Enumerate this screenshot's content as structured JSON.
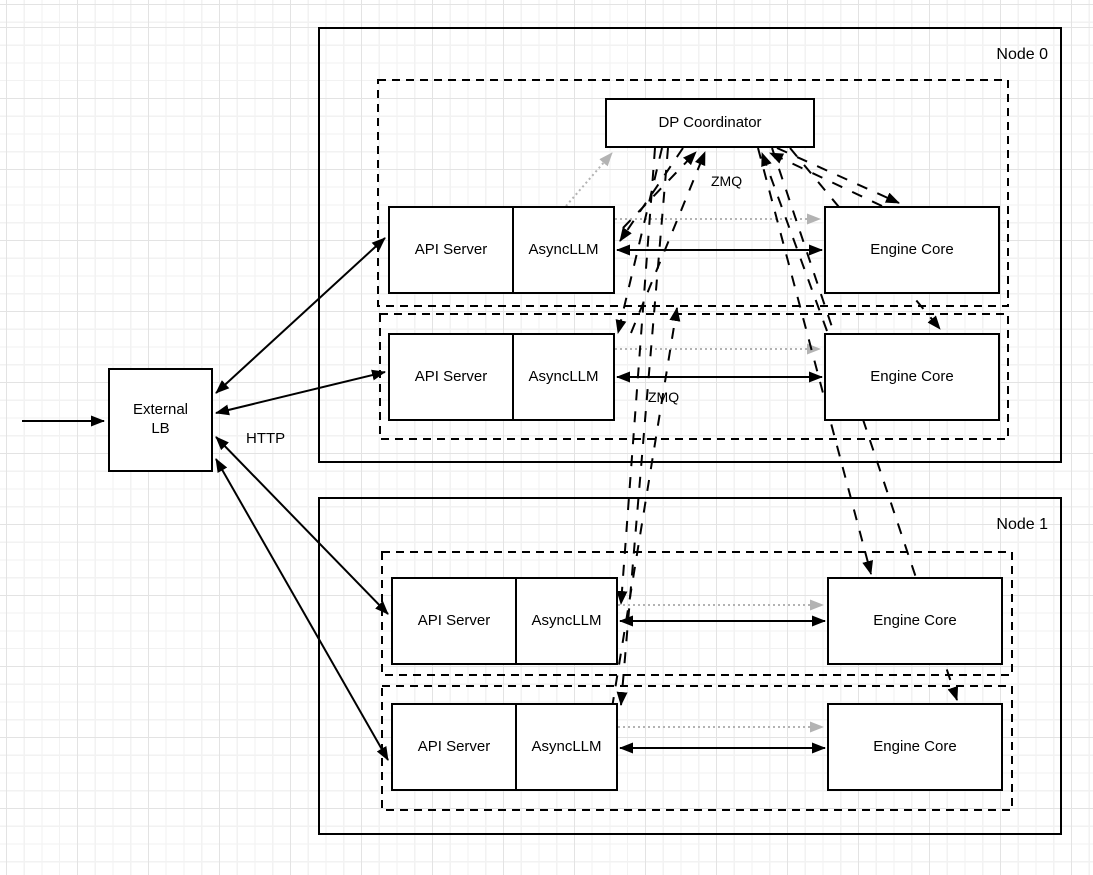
{
  "colors": {
    "stroke": "#000000",
    "gray_arrow": "#b3b3b3",
    "box_fill": "#ffffff",
    "grid_minor": "#f2f2f2",
    "grid_major": "#e3e3e3",
    "background": "#ffffff"
  },
  "external_lb": {
    "line1": "External",
    "line2": "LB"
  },
  "coordinator": {
    "label": "DP Coordinator"
  },
  "labels": {
    "http": "HTTP",
    "zmq_coordinator": "ZMQ",
    "zmq_engine": "ZMQ"
  },
  "nodes": [
    {
      "title": "Node 0",
      "replicas": [
        {
          "api_server": "API Server",
          "asyncllm": "AsyncLLM",
          "engine_core": "Engine Core"
        },
        {
          "api_server": "API Server",
          "asyncllm": "AsyncLLM",
          "engine_core": "Engine Core"
        }
      ]
    },
    {
      "title": "Node 1",
      "replicas": [
        {
          "api_server": "API Server",
          "asyncllm": "AsyncLLM",
          "engine_core": "Engine Core"
        },
        {
          "api_server": "API Server",
          "asyncllm": "AsyncLLM",
          "engine_core": "Engine Core"
        }
      ]
    }
  ]
}
